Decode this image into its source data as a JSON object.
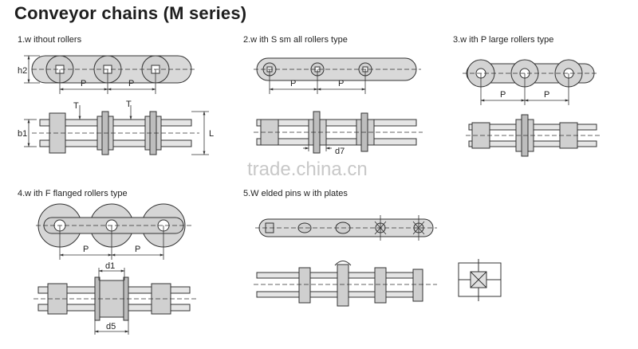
{
  "title": "Conveyor chains (M series)",
  "captions": {
    "c1": "1.w ithout rollers",
    "c2": "2.w ith S sm all rollers type",
    "c3": "3.w ith P large rollers type",
    "c4": "4.w ith F flanged rollers type",
    "c5": "5.W elded pins w ith plates"
  },
  "labels": {
    "p": "P",
    "h2": "h2",
    "b1": "b1",
    "t": "T",
    "l": "L",
    "d7": "d7",
    "d1": "d1",
    "d5": "d5"
  },
  "watermark": "trade.china.cn"
}
